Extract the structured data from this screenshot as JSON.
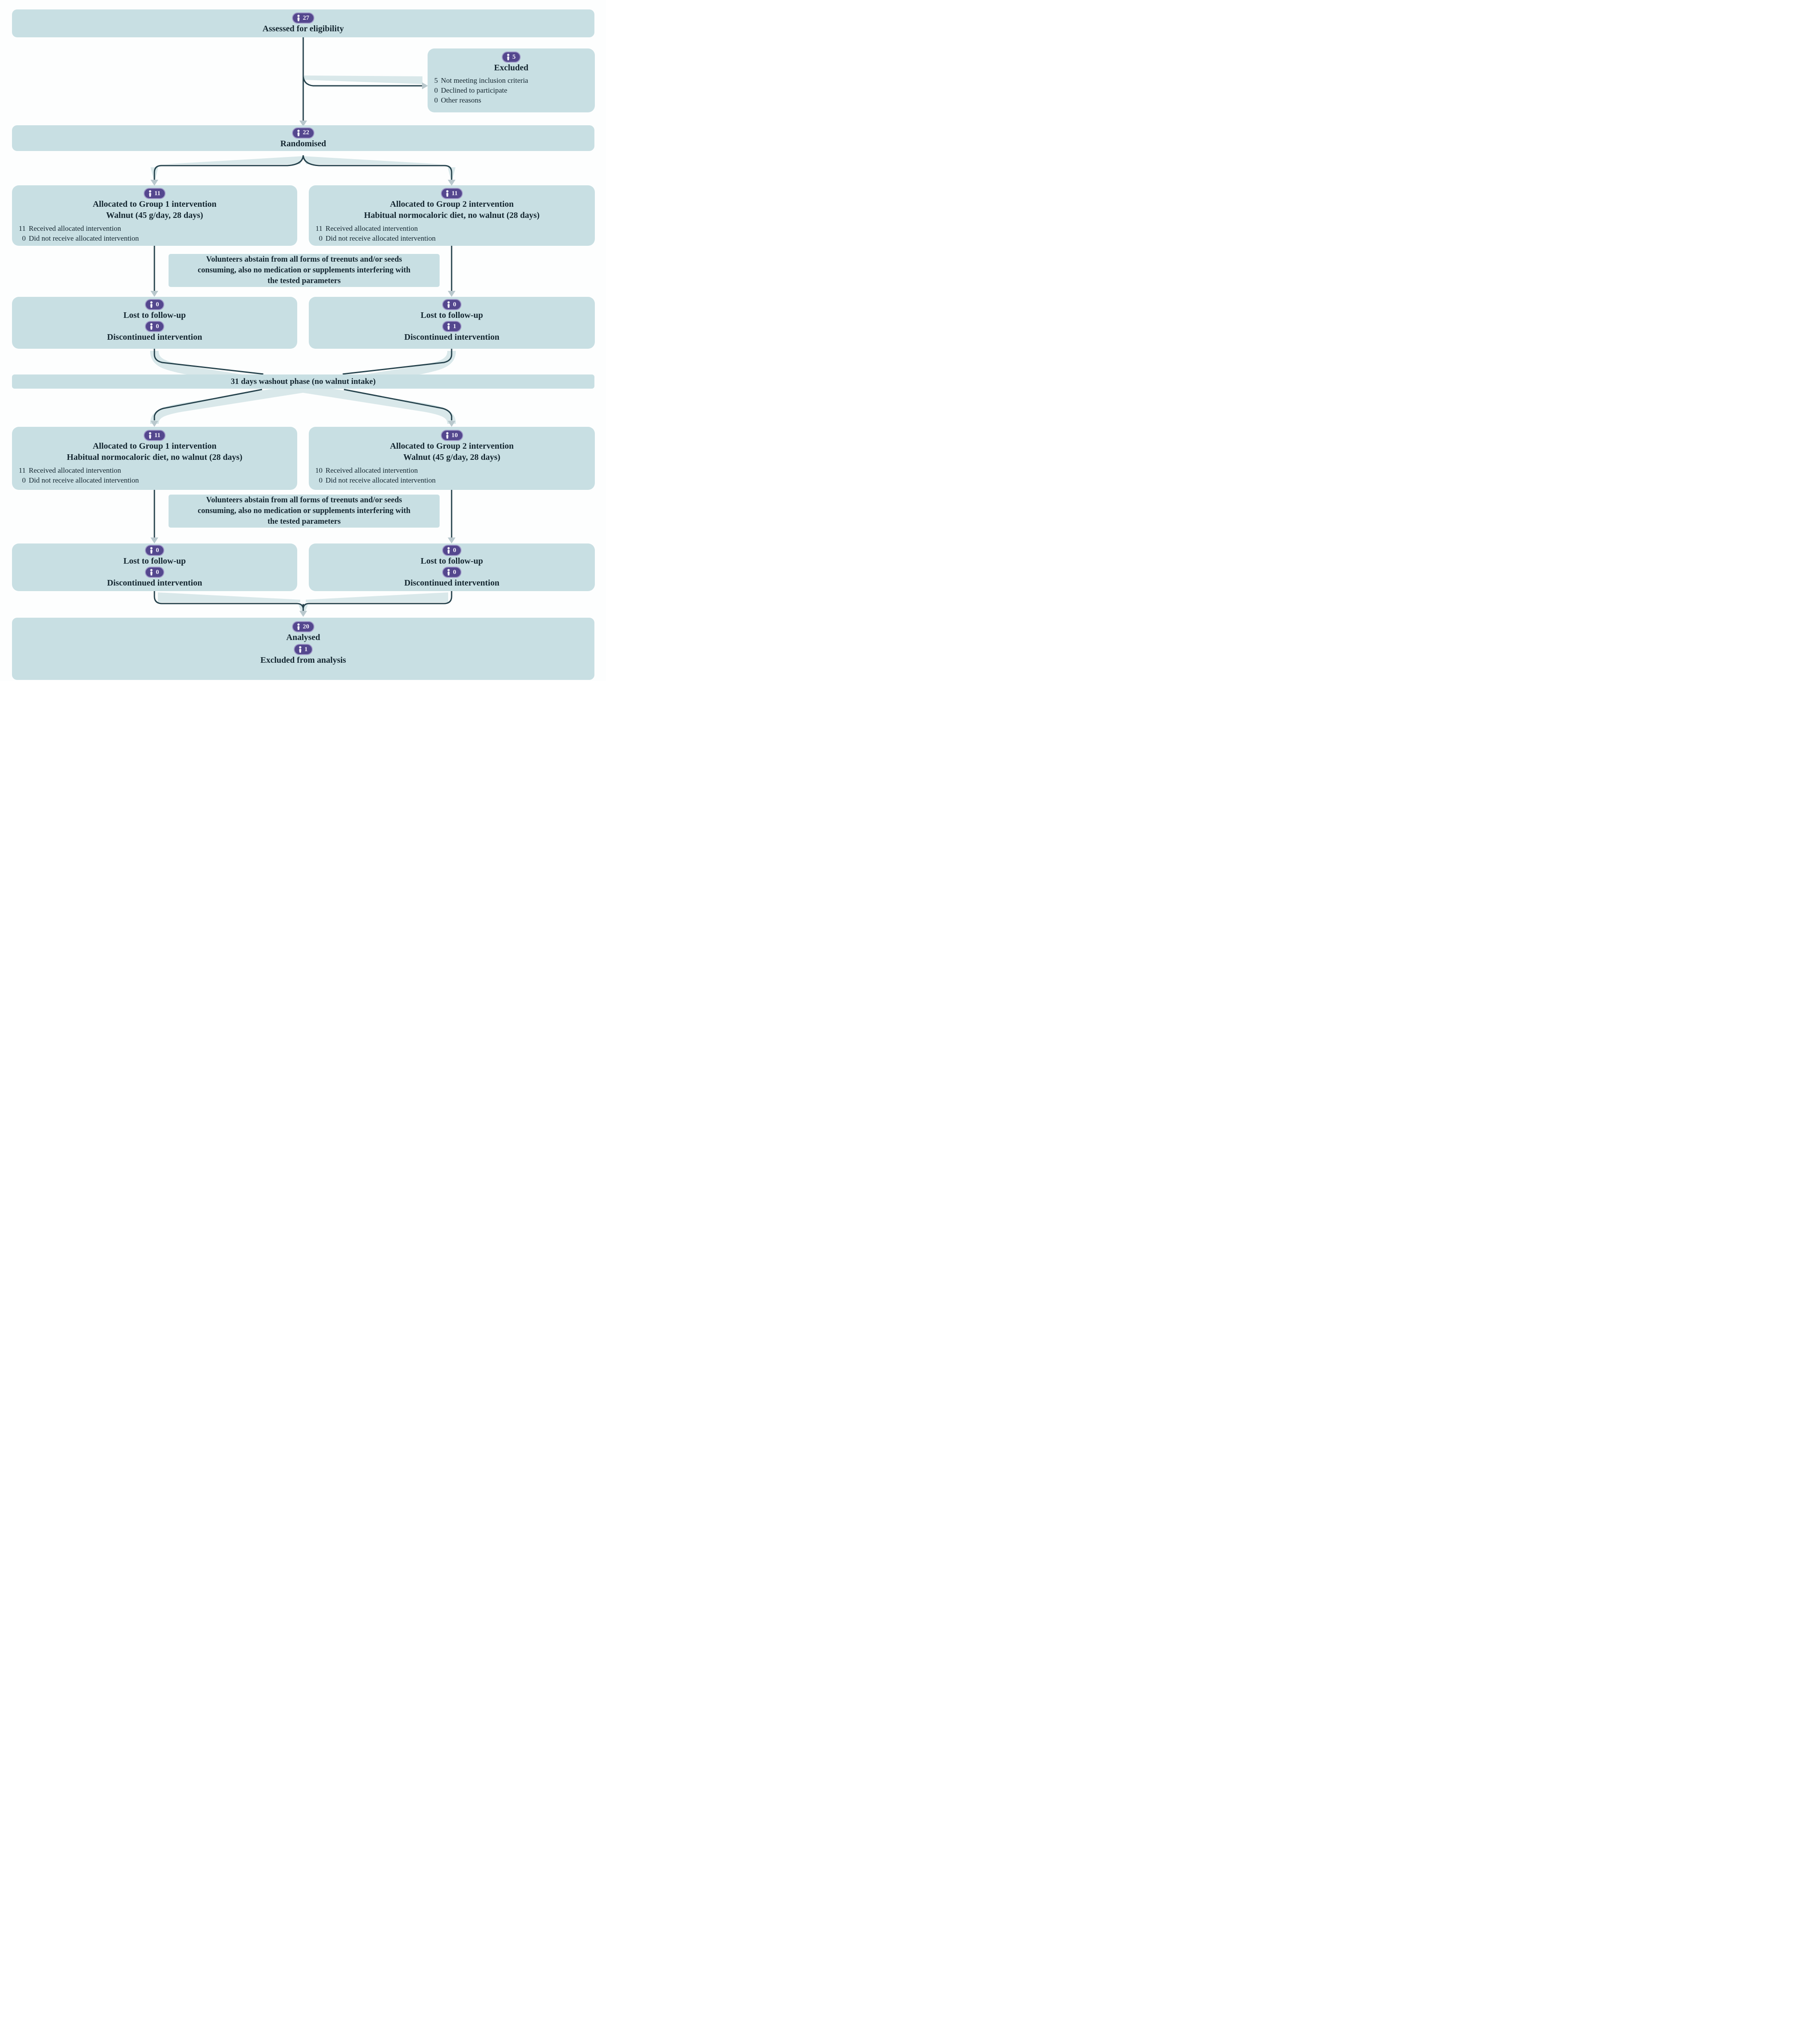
{
  "colors": {
    "box_fill": "#c8dfe3",
    "wedge_fill": "#d9e8ea",
    "line": "#26434d",
    "arrowhead": "#b9c8cd",
    "badge_purple": "#54478e",
    "badge_rim": "#a09ac8",
    "text": "#142630"
  },
  "icons": {
    "person": "person-icon"
  },
  "boxes": {
    "assessed": {
      "count": "27",
      "title": "Assessed for eligibility"
    },
    "excluded": {
      "count": "5",
      "title": "Excluded",
      "items": [
        {
          "n": "5",
          "label": "Not meeting inclusion criteria"
        },
        {
          "n": "0",
          "label": "Declined to participate"
        },
        {
          "n": "0",
          "label": "Other reasons"
        }
      ]
    },
    "randomised": {
      "count": "22",
      "title": "Randomised"
    },
    "alloc1_left": {
      "count": "11",
      "title": "Allocated to Group 1 intervention",
      "subtitle": "Walnut (45 g/day, 28 days)",
      "items": [
        {
          "n": "11",
          "label": "Received allocated intervention"
        },
        {
          "n": "0",
          "label": "Did not receive allocated intervention"
        }
      ]
    },
    "alloc1_right": {
      "count": "11",
      "title": "Allocated to Group 2 intervention",
      "subtitle": "Habitual normocaloric diet, no walnut (28 days)",
      "items": [
        {
          "n": "11",
          "label": "Received allocated intervention"
        },
        {
          "n": "0",
          "label": "Did not receive allocated intervention"
        }
      ]
    },
    "note1": {
      "lines": [
        "Volunteers abstain from all forms of treenuts and/or seeds",
        "consuming, also no medication or supplements interfering with",
        "the tested parameters"
      ]
    },
    "lost1_left": {
      "lost_count": "0",
      "lost_label": "Lost to follow-up",
      "disc_count": "0",
      "disc_label": "Discontinued intervention"
    },
    "lost1_right": {
      "lost_count": "0",
      "lost_label": "Lost to follow-up",
      "disc_count": "1",
      "disc_label": "Discontinued intervention"
    },
    "washout": {
      "text": "31 days washout phase (no walnut intake)"
    },
    "alloc2_left": {
      "count": "11",
      "title": "Allocated to Group 1 intervention",
      "subtitle": "Habitual normocaloric diet, no walnut (28 days)",
      "items": [
        {
          "n": "11",
          "label": "Received allocated intervention"
        },
        {
          "n": "0",
          "label": "Did not receive allocated intervention"
        }
      ]
    },
    "alloc2_right": {
      "count": "10",
      "title": "Allocated to Group 2 intervention",
      "subtitle": "Walnut (45 g/day, 28 days)",
      "items": [
        {
          "n": "10",
          "label": "Received allocated intervention"
        },
        {
          "n": "0",
          "label": "Did not receive allocated intervention"
        }
      ]
    },
    "note2": {
      "lines": [
        "Volunteers abstain from all forms of treenuts and/or seeds",
        "consuming, also no medication or supplements interfering with",
        "the tested parameters"
      ]
    },
    "lost2_left": {
      "lost_count": "0",
      "lost_label": "Lost to follow-up",
      "disc_count": "0",
      "disc_label": "Discontinued intervention"
    },
    "lost2_right": {
      "lost_count": "0",
      "lost_label": "Lost to follow-up",
      "disc_count": "0",
      "disc_label": "Discontinued intervention"
    },
    "analysed": {
      "count": "20",
      "title": "Analysed",
      "excl_count": "1",
      "excl_title": "Excluded from analysis"
    }
  }
}
